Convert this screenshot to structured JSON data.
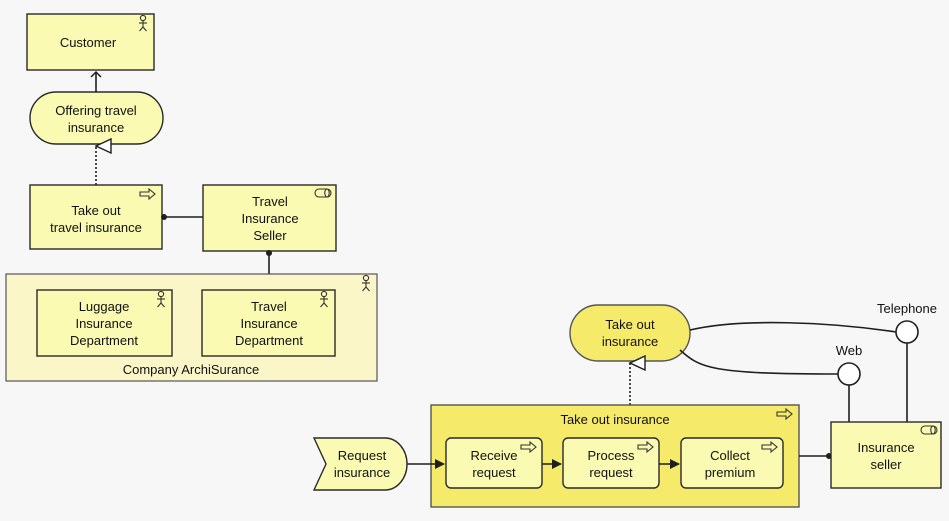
{
  "diagram": {
    "customer": "Customer",
    "offering_line1": "Offering travel",
    "offering_line2": "insurance",
    "takeout_travel_line1": "Take out",
    "takeout_travel_line2": "travel insurance",
    "seller_line1": "Travel",
    "seller_line2": "Insurance",
    "seller_line3": "Seller",
    "company_label": "Company ArchiSurance",
    "luggage_line1": "Luggage",
    "luggage_line2": "Insurance",
    "luggage_line3": "Department",
    "travel_dept_line1": "Travel",
    "travel_dept_line2": "Insurance",
    "travel_dept_line3": "Department",
    "takeout_service_line1": "Take out",
    "takeout_service_line2": "insurance",
    "telephone": "Telephone",
    "web": "Web",
    "process_title": "Take out insurance",
    "request_line1": "Request",
    "request_line2": "insurance",
    "receive_line1": "Receive",
    "receive_line2": "request",
    "process_line1": "Process",
    "process_line2": "request",
    "collect_line1": "Collect",
    "collect_line2": "premium",
    "ins_seller_line1": "Insurance",
    "ins_seller_line2": "seller"
  },
  "colors": {
    "element_fill": "#fafab2",
    "process_fill": "#f6ea6a",
    "group_fill": "#fbf6c8"
  },
  "icons": [
    "actor-icon",
    "process-arrow-icon",
    "role-icon",
    "interface-icon"
  ]
}
